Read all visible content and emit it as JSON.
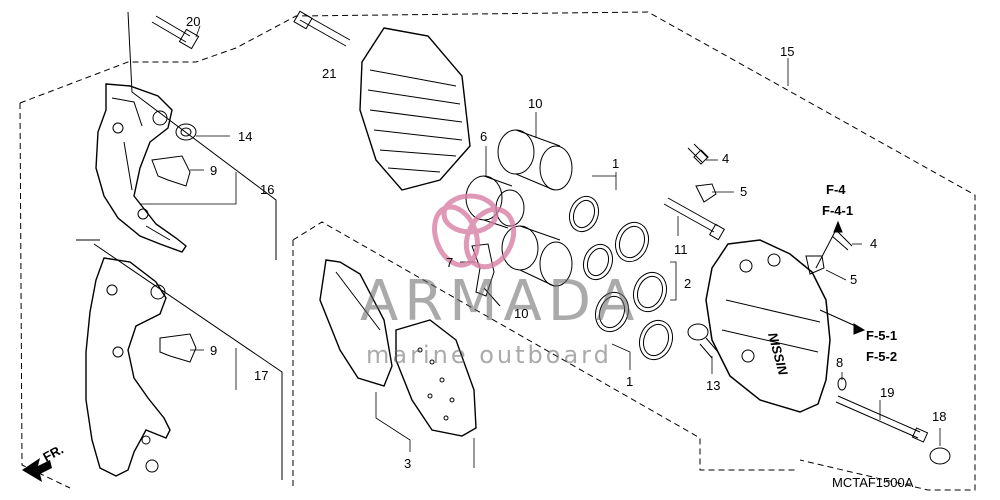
{
  "watermark": {
    "brand": "ARMADA",
    "tagline": "marine outboard",
    "accent_color": "#d87fa5"
  },
  "diagram_code": "MCTAF1500A",
  "direction_arrow": {
    "label": "FR.",
    "icon": "arrow-front-icon"
  },
  "part_numbers": [
    "1",
    "2",
    "3",
    "4",
    "5",
    "6",
    "7",
    "8",
    "9",
    "10",
    "11",
    "13",
    "14",
    "15",
    "16",
    "17",
    "18",
    "19",
    "20",
    "21"
  ],
  "references": {
    "ref_a": "F-4",
    "ref_b": "F-4-1",
    "ref_c": "F-5-1",
    "ref_d": "F-5-2"
  },
  "callouts": {
    "c20": "20",
    "c21": "21",
    "c14": "14",
    "c9_top": "9",
    "c16": "16",
    "c9_bottom": "9",
    "c17": "17",
    "c10_top": "10",
    "c10_bottom": "10",
    "c6": "6",
    "c7": "7",
    "c3": "3",
    "c1_top": "1",
    "c1_bottom": "1",
    "c2": "2",
    "c11": "11",
    "c4_top": "4",
    "c5_top": "5",
    "c4_bottom": "4",
    "c5_bottom": "5",
    "c15": "15",
    "c13": "13",
    "c8": "8",
    "c19": "19",
    "c18": "18"
  },
  "caliper_logo": "NISSIN"
}
